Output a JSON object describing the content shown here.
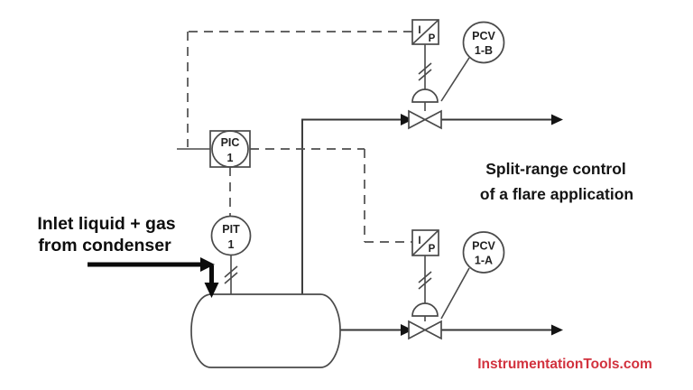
{
  "labels": {
    "title_line1": "Split-range control",
    "title_line2": "of a flare application",
    "inlet_line1": "Inlet liquid + gas",
    "inlet_line2": "from condenser",
    "watermark": "InstrumentationTools.com"
  },
  "instruments": {
    "pic": {
      "tag": "PIC",
      "loop": "1"
    },
    "pit": {
      "tag": "PIT",
      "loop": "1"
    },
    "ip_top": {
      "input": "I",
      "output": "P"
    },
    "ip_bottom": {
      "input": "I",
      "output": "P"
    },
    "pcv_top": {
      "tag": "PCV",
      "loop": "1-B"
    },
    "pcv_bottom": {
      "tag": "PCV",
      "loop": "1-A"
    }
  },
  "colors": {
    "line": "#4a4a4a",
    "pipe": "#353535",
    "text": "#141414",
    "watermark_red": "#d2323e"
  }
}
